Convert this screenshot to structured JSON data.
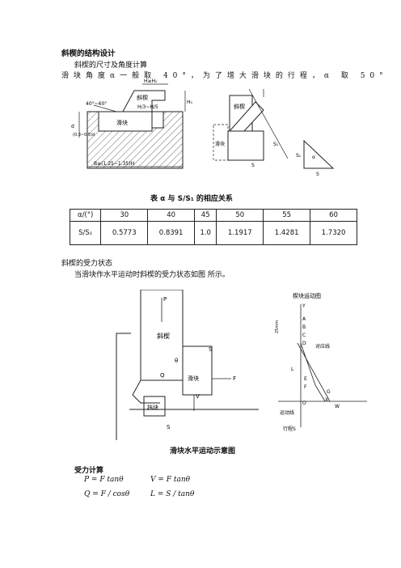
{
  "heading": "斜楔的结构设计",
  "sub1": "斜楔的尺寸及角度计算",
  "para1": "滑块角度α一般取 40°，为了增大滑块的行程，α 取 50°",
  "fig1": {
    "labels": {
      "h_ge_h0": "H≥H₀",
      "angle_range": "40°~60°",
      "wedge": "斜楔",
      "slider": "滑块",
      "ratio": "H/3~H/5",
      "h0": "H₀",
      "b_range": "B≥(1.25~1.35)H",
      "d": "d",
      "d_range": "(0.3~0.5)d",
      "wedge2": "斜楔",
      "slider2": "滑块",
      "s": "S",
      "s1": "S₁",
      "alpha": "α"
    }
  },
  "table": {
    "caption": "表  α 与 S/S₁ 的相应关系",
    "header": [
      "α/(°)",
      "30",
      "40",
      "45",
      "50",
      "55",
      "60"
    ],
    "row": [
      "S/S₁",
      "0.5773",
      "0.8391",
      "1.0",
      "1.1917",
      "1.4281",
      "1.7320"
    ]
  },
  "sub2": "斜楔的受力状态",
  "para2": "当滑块作水平运动时斜楔的受力状态如图   所示。",
  "fig2": {
    "labels": {
      "p": "P",
      "wedge": "斜楔",
      "s": "S",
      "theta": "θ",
      "q": "Q",
      "slider": "滑块",
      "f": "F",
      "v": "V",
      "stop": "挡块",
      "s2": "S",
      "title_right": "楔块运动图",
      "y": "Y",
      "a": "A",
      "b": "B",
      "c": "C",
      "d": "D",
      "corr": "对应线",
      "mm": "25mm",
      "l": "L",
      "e": "E",
      "f2": "F",
      "o": "O",
      "g": "G",
      "x": "X",
      "w": "W",
      "motion": "运动线",
      "stroke": "行程S"
    },
    "caption": "滑块水平运动示意图"
  },
  "force": {
    "title": "受力计算",
    "f1": "P = F tanθ",
    "f2": "V = F tanθ",
    "f3": "Q = F / cosθ",
    "f4": "L = S / tanθ"
  }
}
